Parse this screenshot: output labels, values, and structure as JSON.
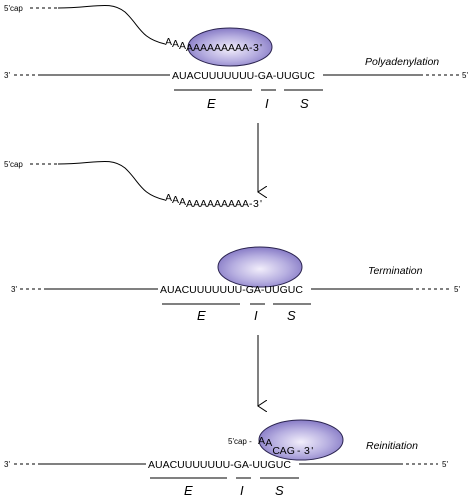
{
  "labels": {
    "five_prime_cap": "5'cap",
    "three_prime": "3'",
    "five_prime": "5'",
    "five_prime_cap_dash": "5'cap -",
    "sequence": "AUACUUUUUUU-GA-UUGUC",
    "poly_a_tail": "AAAAAAAAAAAA-3'",
    "poly_a_tail_free": "AAAAAAAAAAAA-3'",
    "reinit_seq": "AACAG - 3'",
    "region_e": "E",
    "region_i": "I",
    "region_s": "S"
  },
  "stages": {
    "polyadenylation": "Polyadenylation",
    "termination": "Termination",
    "reinitiation": "Reinitiation"
  },
  "colors": {
    "ribosome_center": "#f2eefb",
    "ribosome_mid": "#b6aee0",
    "ribosome_edge": "#7c6fc0",
    "ribosome_stroke": "#2b2450"
  }
}
